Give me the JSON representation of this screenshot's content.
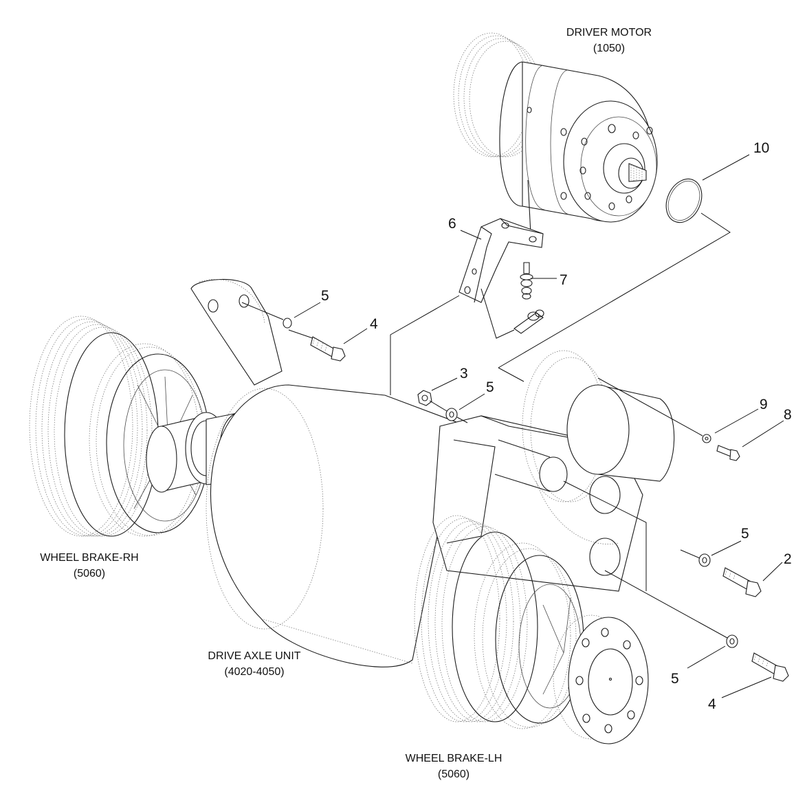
{
  "labels": {
    "driver_motor": {
      "name": "DRIVER MOTOR",
      "code": "(1050)"
    },
    "wheel_brake_rh": {
      "name": "WHEEL BRAKE-RH",
      "code": "(5060)"
    },
    "drive_axle_unit": {
      "name": "DRIVE AXLE UNIT",
      "code": "(4020-4050)"
    },
    "wheel_brake_lh": {
      "name": "WHEEL BRAKE-LH",
      "code": "(5060)"
    }
  },
  "callouts": {
    "c10": "10",
    "c6": "6",
    "c7": "7",
    "c5_top": "5",
    "c4_top": "4",
    "c3": "3",
    "c5_mid": "5",
    "c9": "9",
    "c8": "8",
    "c5_right": "5",
    "c2": "2",
    "c5_bottom": "5",
    "c4_bottom": "4"
  }
}
